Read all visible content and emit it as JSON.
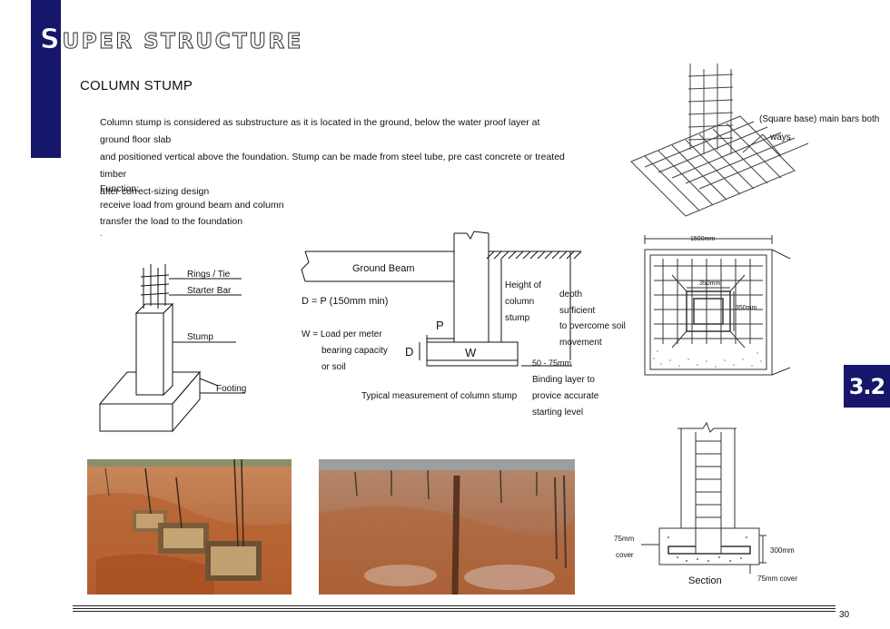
{
  "header": {
    "title_first_letter": "S",
    "title_rest": "UPER STRUCTURE",
    "accent_color": "#16166a"
  },
  "section": {
    "subtitle": "COLUMN STUMP",
    "intro_lines": [
      "Column stump is considered as substructure as it is located in the ground, below the water proof layer at ground floor slab",
      "and positioned vertical above the foundation. Stump can be made from steel tube, pre cast concrete or treated timber",
      "after correct-sizing design"
    ],
    "function_heading": "Function:",
    "function_lines": [
      "receive load from ground beam and column",
      "transfer the load to the foundation"
    ],
    "stray_mark": "."
  },
  "sketch_3d": {
    "labels": {
      "rings": "Rings / Tie",
      "starter": "Starter Bar",
      "stump": "Stump",
      "footing": "Footing"
    }
  },
  "typical": {
    "ground_beam": "Ground Beam",
    "d_eq": "D = P (150mm min)",
    "w_eq_1": "W = Load per meter",
    "w_eq_2": "bearing capacity",
    "w_eq_3": "or soil",
    "p": "P",
    "d": "D",
    "w": "W",
    "height_1": "Height of",
    "height_2": "column",
    "height_3": "stump",
    "depth_1": "depth",
    "depth_2": "sufficient",
    "depth_3": "to overcome soil",
    "depth_4": "movement",
    "binding_dim": "50 - 75mm",
    "binding_1": "Binding layer to",
    "binding_2": "provice accurate",
    "binding_3": "starting level",
    "caption": "Typical measurement of column stump"
  },
  "iso_rebar": {
    "label_1": "(Square base) main bars both",
    "label_2": "ways"
  },
  "plan": {
    "width_dim": "1500mm",
    "inner_top": "350mm",
    "inner_side": "350mm"
  },
  "section_view": {
    "cover_left_1": "75mm",
    "cover_left_2": "cover",
    "depth_dim": "300mm",
    "cover_bottom": "75mm cover",
    "caption": "Section"
  },
  "badge": {
    "text": "3.2"
  },
  "page": {
    "number": "30"
  }
}
